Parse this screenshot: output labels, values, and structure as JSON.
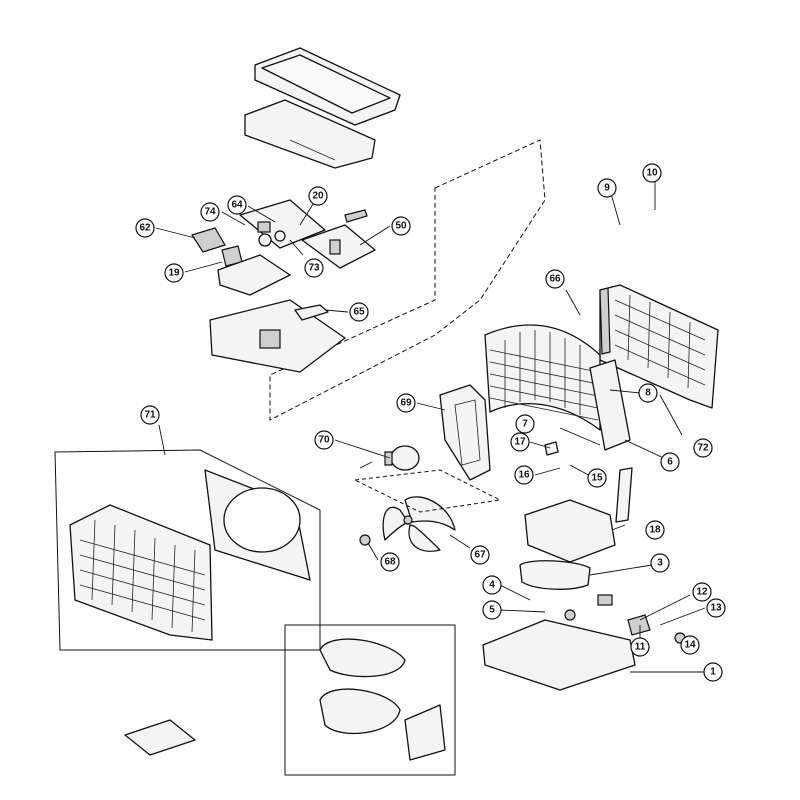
{
  "callouts": [
    {
      "label": "1"
    },
    {
      "label": "3"
    },
    {
      "label": "4"
    },
    {
      "label": "5"
    },
    {
      "label": "6"
    },
    {
      "label": "7"
    },
    {
      "label": "8"
    },
    {
      "label": "9"
    },
    {
      "label": "10"
    },
    {
      "label": "11"
    },
    {
      "label": "12"
    },
    {
      "label": "13"
    },
    {
      "label": "14"
    },
    {
      "label": "15"
    },
    {
      "label": "16"
    },
    {
      "label": "17"
    },
    {
      "label": "18"
    },
    {
      "label": "19"
    },
    {
      "label": "20"
    },
    {
      "label": "50"
    },
    {
      "label": "62"
    },
    {
      "label": "64"
    },
    {
      "label": "65"
    },
    {
      "label": "66"
    },
    {
      "label": "67"
    },
    {
      "label": "68"
    },
    {
      "label": "69"
    },
    {
      "label": "70"
    },
    {
      "label": "71"
    },
    {
      "label": "72"
    },
    {
      "label": "73"
    },
    {
      "label": "74"
    }
  ]
}
